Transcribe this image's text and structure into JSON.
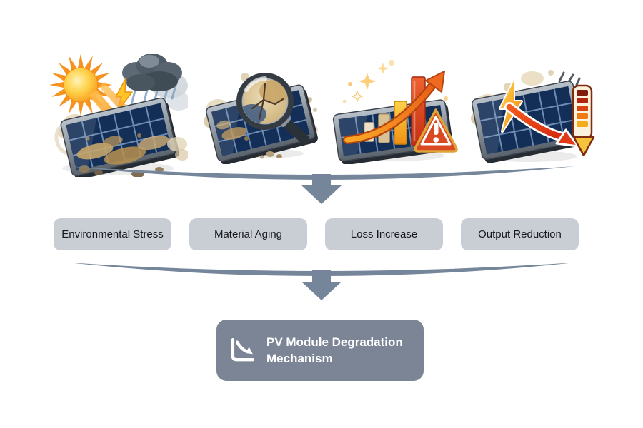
{
  "diagram": {
    "stages": [
      {
        "label": "Environmental Stress",
        "illustration": "sun-storm-dust-solar-panel"
      },
      {
        "label": "Material Aging",
        "illustration": "magnifier-cracked-solar-panel"
      },
      {
        "label": "Loss Increase",
        "illustration": "rising-bars-warning-solar-panel"
      },
      {
        "label": "Output Reduction",
        "illustration": "lightning-declining-output-solar-panel"
      }
    ],
    "result": {
      "label": "PV Module Degradation Mechanism",
      "icon": "chart-decline-icon"
    },
    "colors": {
      "funnel_arrow": "#76869a",
      "stage_chip_bg": "#c9cdd4",
      "stage_chip_text": "#17191d",
      "result_bg": "#7b8595",
      "result_text": "#ffffff",
      "background": "#ffffff"
    }
  }
}
